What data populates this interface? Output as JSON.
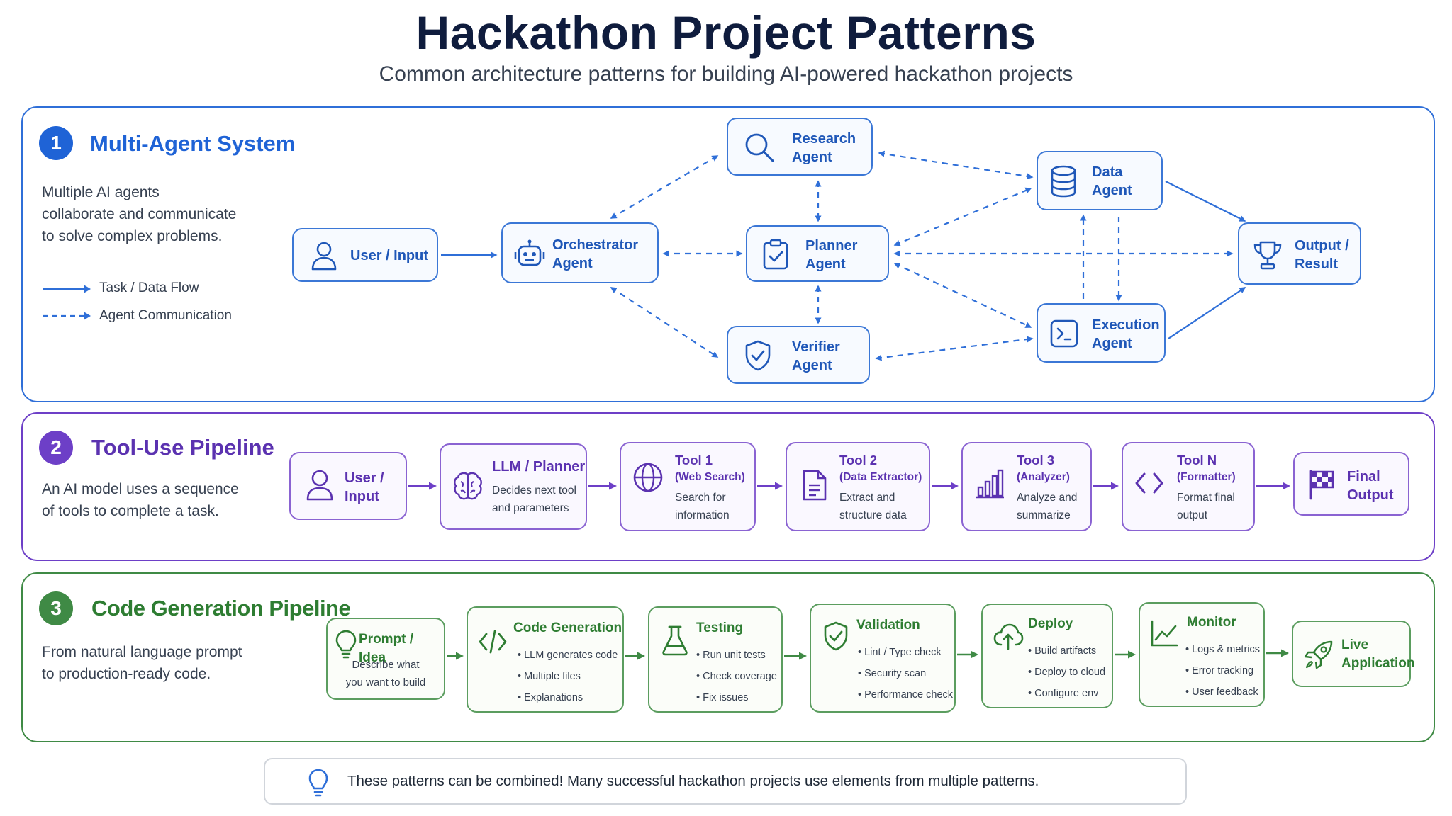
{
  "header": {
    "title": "Hackathon Project Patterns",
    "subtitle": "Common architecture patterns for building AI-powered hackathon projects"
  },
  "colors": {
    "blue": "#2f6fd8",
    "purple": "#6d3fc7",
    "green": "#3f8a45",
    "title": "#0f1c3d"
  },
  "section1": {
    "number": "1",
    "title": "Multi-Agent System",
    "desc": [
      "Multiple AI agents",
      "collaborate and communicate",
      "to solve complex problems."
    ],
    "legend": {
      "solid": "Task / Data Flow",
      "dashed": "Agent Communication"
    },
    "nodes": {
      "user": {
        "line1": "User / Input",
        "line2": "",
        "icon": "person-icon"
      },
      "orchestrator": {
        "line1": "Orchestrator",
        "line2": "Agent",
        "icon": "robot-icon"
      },
      "research": {
        "line1": "Research",
        "line2": "Agent",
        "icon": "search-icon"
      },
      "planner": {
        "line1": "Planner",
        "line2": "Agent",
        "icon": "clipboard-check-icon"
      },
      "verifier": {
        "line1": "Verifier",
        "line2": "Agent",
        "icon": "shield-check-icon"
      },
      "data": {
        "line1": "Data",
        "line2": "Agent",
        "icon": "database-icon"
      },
      "execution": {
        "line1": "Execution",
        "line2": "Agent",
        "icon": "terminal-icon"
      },
      "output": {
        "line1": "Output /",
        "line2": "Result",
        "icon": "trophy-icon"
      }
    }
  },
  "section2": {
    "number": "2",
    "title": "Tool-Use Pipeline",
    "desc": [
      "An AI model uses a sequence",
      "of tools to complete a task."
    ],
    "nodes": {
      "user": {
        "line1": "User /",
        "line2": "Input",
        "icon": "person-icon"
      },
      "llm": {
        "title": "LLM / Planner",
        "sub1": "Decides next tool",
        "sub2": "and parameters",
        "icon": "brain-icon"
      },
      "tool1": {
        "title": "Tool 1",
        "paren": "(Web Search)",
        "sub1": "Search for",
        "sub2": "information",
        "icon": "globe-icon"
      },
      "tool2": {
        "title": "Tool 2",
        "paren": "(Data Extractor)",
        "sub1": "Extract and",
        "sub2": "structure data",
        "icon": "document-icon"
      },
      "tool3": {
        "title": "Tool 3",
        "paren": "(Analyzer)",
        "sub1": "Analyze and",
        "sub2": "summarize",
        "icon": "bar-chart-icon"
      },
      "toolN": {
        "title": "Tool N",
        "paren": "(Formatter)",
        "sub1": "Format final",
        "sub2": "output",
        "icon": "code-brackets-icon"
      },
      "final": {
        "line1": "Final",
        "line2": "Output",
        "icon": "checkered-flag-icon"
      }
    }
  },
  "section3": {
    "number": "3",
    "title": "Code Generation Pipeline",
    "desc": [
      "From natural language prompt",
      "to production-ready code."
    ],
    "nodes": {
      "prompt": {
        "title": "Prompt / Idea",
        "sub1": "Describe what",
        "sub2": "you want to build",
        "icon": "lightbulb-icon"
      },
      "codegen": {
        "title": "Code Generation",
        "bullets": [
          "• LLM generates code",
          "• Multiple files",
          "• Explanations"
        ],
        "icon": "code-icon"
      },
      "testing": {
        "title": "Testing",
        "bullets": [
          "• Run unit tests",
          "• Check coverage",
          "• Fix issues"
        ],
        "icon": "flask-icon"
      },
      "validation": {
        "title": "Validation",
        "bullets": [
          "• Lint / Type check",
          "• Security scan",
          "• Performance check"
        ],
        "icon": "shield-check-icon"
      },
      "deploy": {
        "title": "Deploy",
        "bullets": [
          "• Build artifacts",
          "• Deploy to cloud",
          "• Configure env"
        ],
        "icon": "cloud-upload-icon"
      },
      "monitor": {
        "title": "Monitor",
        "bullets": [
          "• Logs & metrics",
          "• Error tracking",
          "• User feedback"
        ],
        "icon": "line-chart-icon"
      },
      "live": {
        "line1": "Live",
        "line2": "Application",
        "icon": "rocket-icon"
      }
    }
  },
  "note": {
    "text": "These patterns can be combined! Many successful hackathon projects use elements from multiple patterns.",
    "icon": "lightbulb-icon"
  }
}
